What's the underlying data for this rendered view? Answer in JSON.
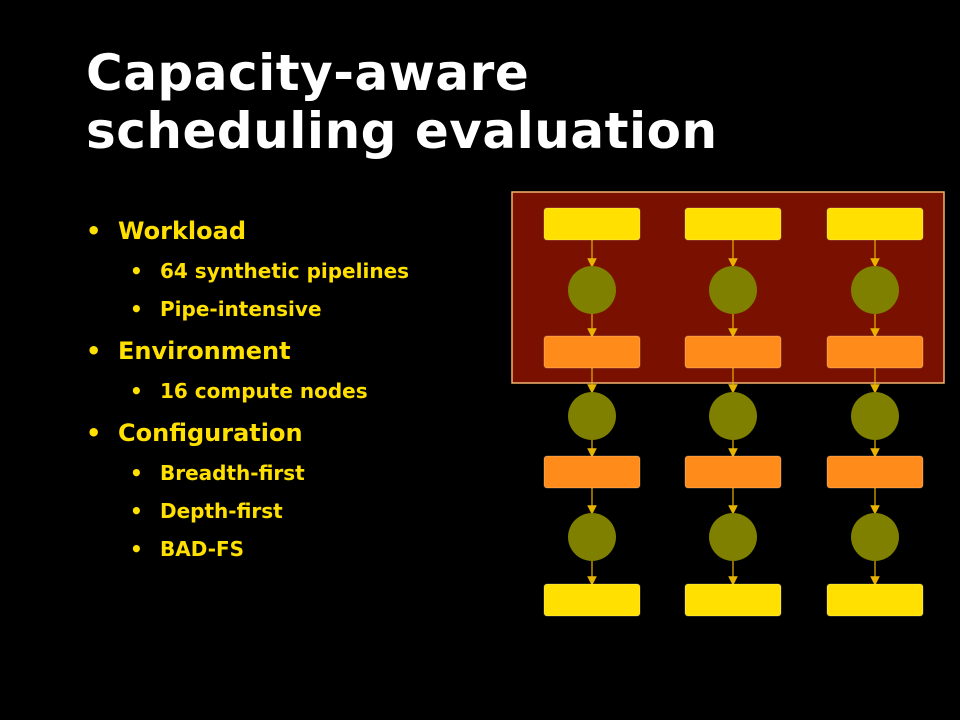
{
  "slide": {
    "title_lines": [
      "Capacity-aware",
      "scheduling evaluation"
    ]
  },
  "bullets": [
    {
      "label": "Workload",
      "items": [
        "64 synthetic pipelines",
        "Pipe-intensive"
      ]
    },
    {
      "label": "Environment",
      "items": [
        "16 compute nodes"
      ]
    },
    {
      "label": "Configuration",
      "items": [
        "Breadth-first",
        "Depth-first",
        "BAD-FS"
      ]
    }
  ],
  "diagram": {
    "pipelines": 3,
    "stages_per_pipeline": [
      "input",
      "process",
      "intermediate",
      "process",
      "intermediate",
      "process",
      "output"
    ],
    "highlighted_stages": [
      "input",
      "process",
      "intermediate"
    ],
    "colors": {
      "background": "#000000",
      "title": "#FFFFFF",
      "bullet_text": "#FFE000",
      "highlight_box": "#7A1100",
      "highlight_border": "#F6B46A",
      "input_output_box": "#FFE000",
      "intermediate_box": "#FF8C1A",
      "process_node": "#7F7F00",
      "arrow": "#E8B400"
    }
  }
}
